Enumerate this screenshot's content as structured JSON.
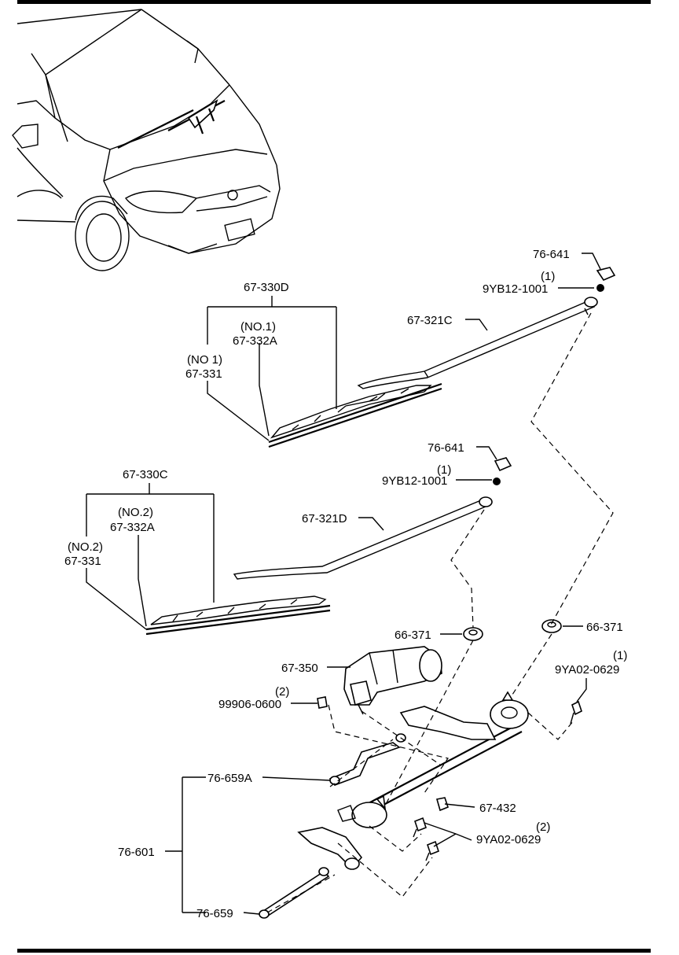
{
  "callouts": {
    "c_76_641_a": "76-641",
    "c_qty_a": "(1)",
    "c_9yb12_a": "9YB12-1001",
    "c_67_321c": "67-321C",
    "c_67_330d": "67-330D",
    "c_no1_b": "(NO.1)",
    "c_67_332a_1": "67-332A",
    "c_no1_a": "(NO 1)",
    "c_67_331_1": "67-331",
    "c_76_641_b": "76-641",
    "c_qty_b": "(1)",
    "c_9yb12_b": "9YB12-1001",
    "c_67_330c": "67-330C",
    "c_67_321d": "67-321D",
    "c_no2_b": "(NO.2)",
    "c_67_332a_2": "67-332A",
    "c_no2_a": "(NO.2)",
    "c_67_331_2": "67-331",
    "c_66_371_a": "66-371",
    "c_66_371_b": "66-371",
    "c_qty_c": "(1)",
    "c_9ya02_a": "9YA02-0629",
    "c_67_350": "67-350",
    "c_qty_d": "(2)",
    "c_99906": "99906-0600",
    "c_76_659a": "76-659A",
    "c_67_432": "67-432",
    "c_qty_e": "(2)",
    "c_9ya02_b": "9YA02-0629",
    "c_76_601": "76-601",
    "c_76_659": "76-659"
  }
}
